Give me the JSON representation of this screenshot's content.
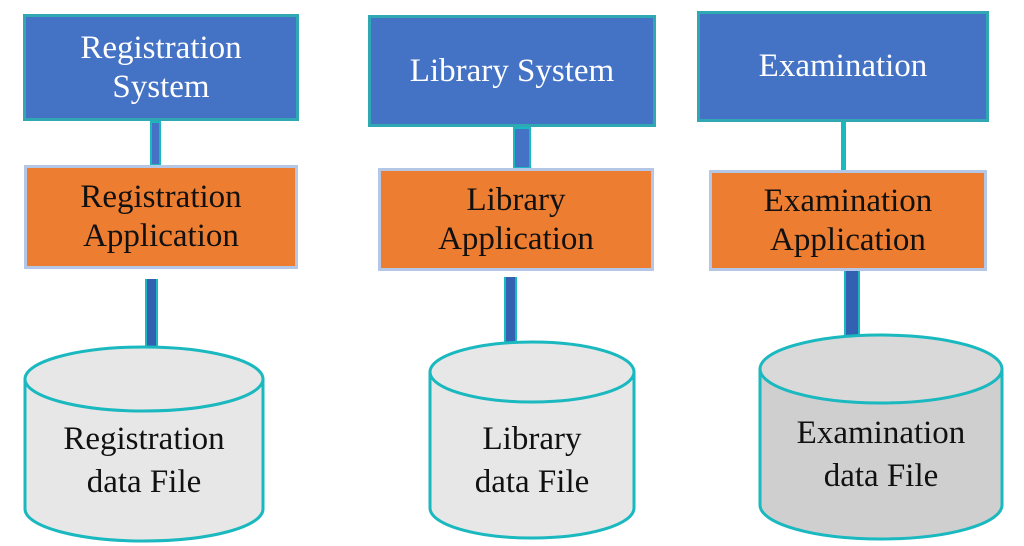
{
  "columns": [
    {
      "system": {
        "line1": "Registration",
        "line2": "System"
      },
      "application": {
        "line1": "Registration",
        "line2": "Application"
      },
      "data_file": {
        "line1": "Registration",
        "line2": "data File"
      }
    },
    {
      "system": {
        "line1": "Library System"
      },
      "application": {
        "line1": "Library",
        "line2": "Application"
      },
      "data_file": {
        "line1": "Library",
        "line2": "data File"
      }
    },
    {
      "system": {
        "line1": "Examination"
      },
      "application": {
        "line1": "Examination",
        "line2": "Application"
      },
      "data_file": {
        "line1": "Examination",
        "line2": "data File"
      }
    }
  ],
  "colors": {
    "system_fill": "#4472c4",
    "application_fill": "#ed7d31",
    "connector": "#1ab8bf",
    "cylinder_fill_light": "#e7e7e7",
    "cylinder_fill_gray": "#cfcfcf",
    "cylinder_stroke": "#1ab8bf"
  }
}
